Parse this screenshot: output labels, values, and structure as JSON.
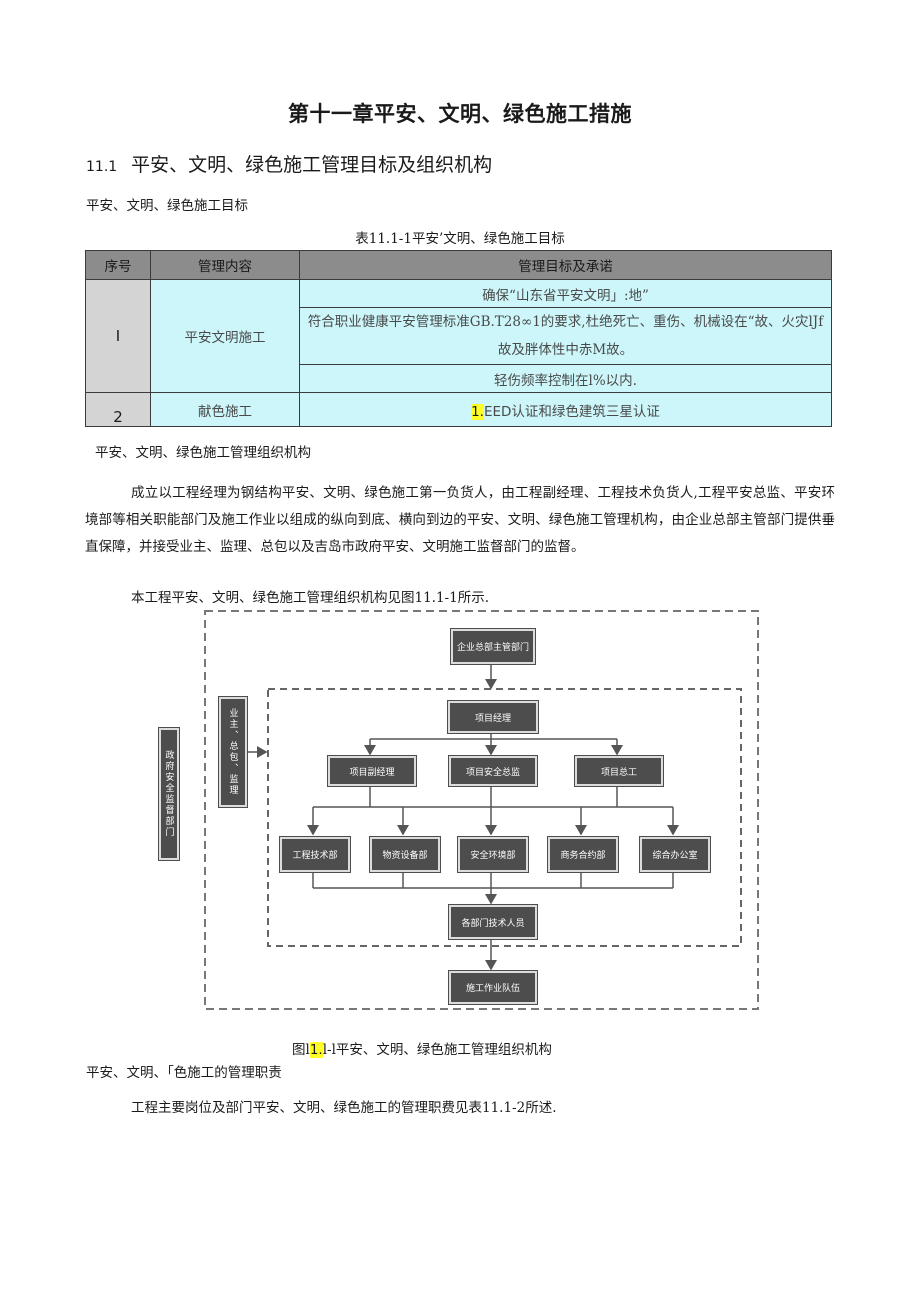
{
  "chapter_title": "第十一章平安、文明、绿色施工措施",
  "section": {
    "number": "11.1",
    "title": "平安、文明、绿色施工管理目标及组织机构"
  },
  "sub_heading_1": "平安、文明、绿色施工目标",
  "table_caption": "表11.1-1平安’文明、绿色施工目标",
  "table": {
    "headers": [
      "序号",
      "管理内容",
      "管理目标及承诺"
    ],
    "row1": {
      "index": "I",
      "content": "平安文明施工",
      "goals": [
        "确保“山东省平安文明」:地”",
        "符合职业健康平安管理标准GB.T28∞1的要求,杜绝死亡、重伤、机械设在“故、火灾lJf故及胖体性中赤M故。",
        "轻伤频率控制在l%以内."
      ]
    },
    "row2": {
      "index": "2",
      "content": "献色施工",
      "goal_hl": "1.",
      "goal_rest": "EED认证和绿色建筑三星认证"
    }
  },
  "sub_heading_2": "平安、文明、绿色施工管理组织机构",
  "paragraph_1": "成立以工程经理为钢结构平安、文明、绿色施工第一负货人，由工程副经理、工程技术负货人,工程平安总监、平安环境部等相关职能部门及施工作业以组成的纵向到底、横向到边的平安、文明、绿色施工管理机构，由企业总部主管部门提供垂直保障，并接受业主、监理、总包以及吉岛市政府平安、文明施工监督部门的监督。",
  "paragraph_2": "本工程平安、文明、绿色施工管理组织机构见图11.1-1所示.",
  "diagram": {
    "top": "企业总部主管部门",
    "manager": "项目经理",
    "level2": [
      "项目副经理",
      "项目安全总监",
      "项目总工"
    ],
    "depts": [
      "工程技术部",
      "物资设备部",
      "安全环境部",
      "商务合约部",
      "综合办公室"
    ],
    "staff": "各部门技术人员",
    "teams": "施工作业队伍",
    "left_outer": "政府安全监督部门",
    "left_inner": "业主、总包、监理"
  },
  "figure_caption_pre": "图l",
  "figure_caption_hl": "1.",
  "figure_caption_post": "l-l平安、文明、绿色施工管理组织机构",
  "sub_heading_3": "平安、文明、「色施工的管理职责",
  "paragraph_3": "工程主要岗位及部门平安、文明、绿色施工的管理职费见表11.1-2所述."
}
